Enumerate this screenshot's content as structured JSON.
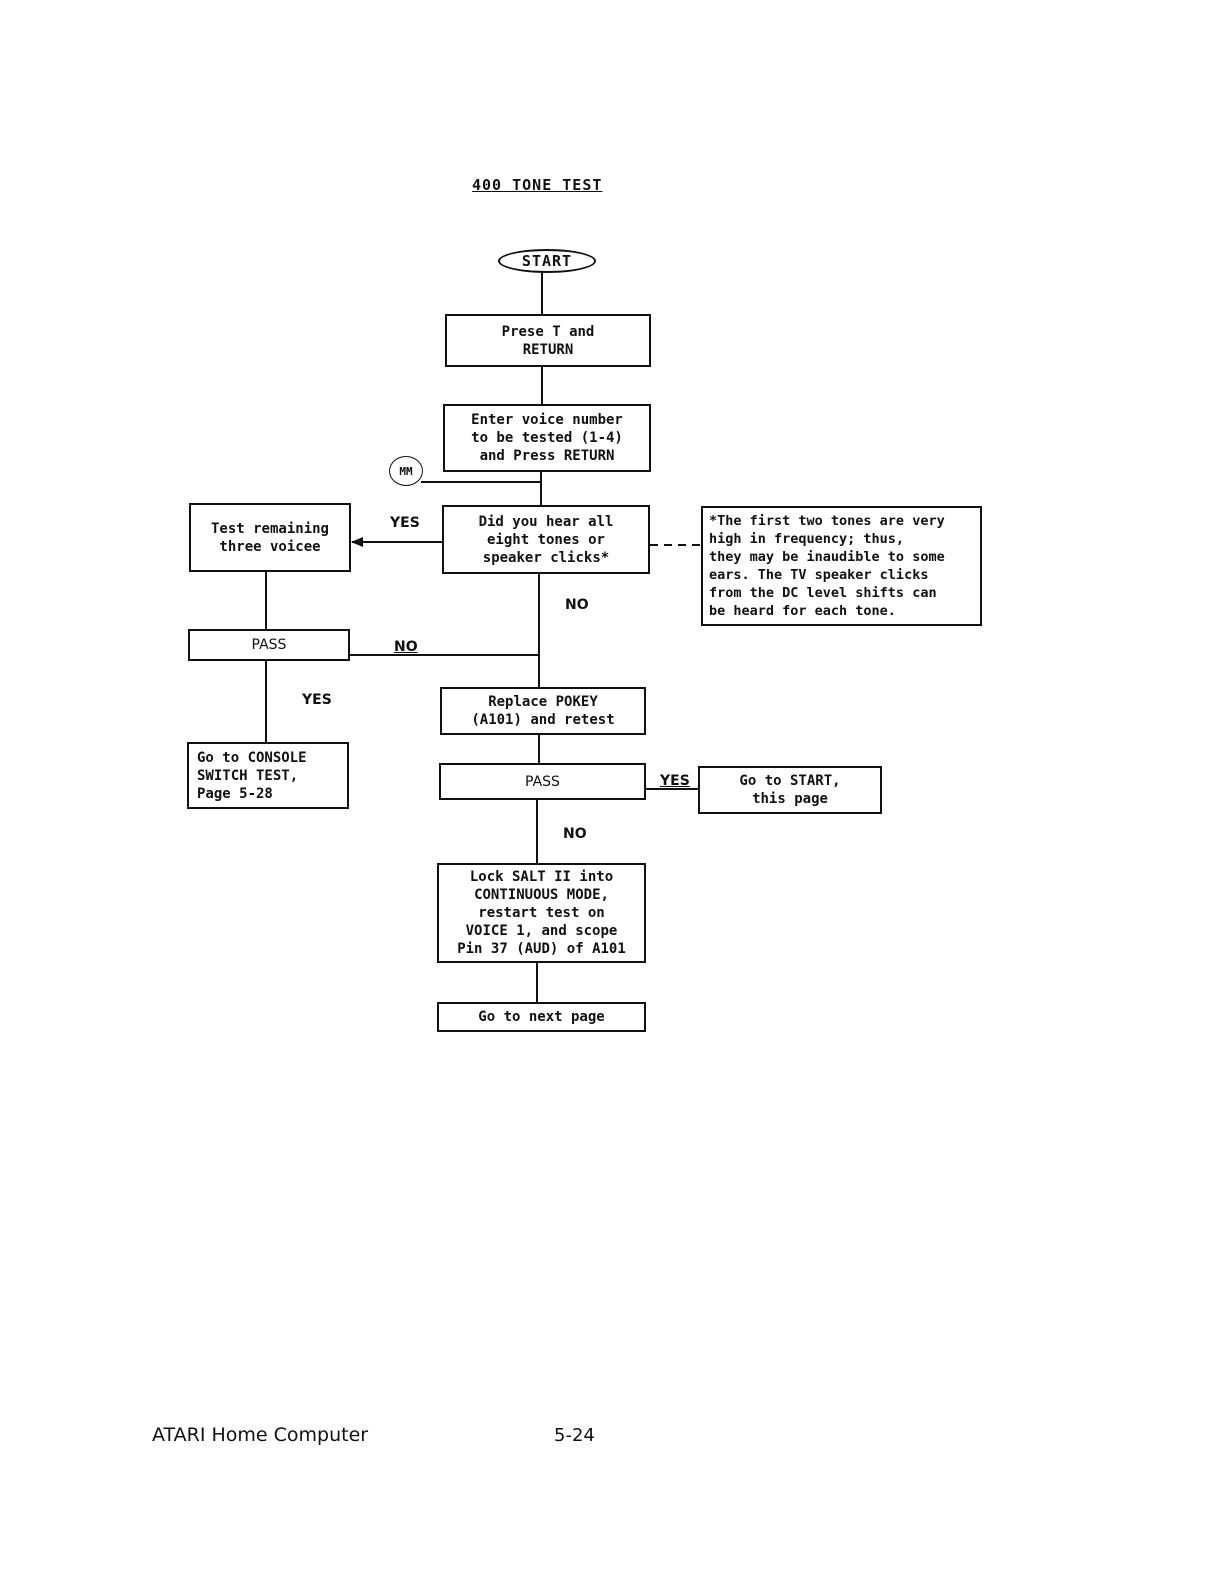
{
  "title": "400 TONE TEST",
  "nodes": {
    "start": "START",
    "press_t": "Prese T and\nRETURN",
    "enter_voice": "Enter voice number\nto be tested (1-4)\nand Press RETURN",
    "connector": "MM",
    "did_you_hear": "Did you hear all\neight tones or\nspeaker clicks*",
    "test_remaining": "Test remaining\nthree voicee",
    "pass_left": "PASS",
    "console_test": "Go to CONSOLE\nSWITCH TEST,\nPage 5-28",
    "replace_pokey": "Replace POKEY\n(A101) and retest",
    "pass_center": "PASS",
    "go_start": "Go to START,\nthis page",
    "lock_salt": "Lock SALT II into\nCONTINUOUS MODE,\nrestart test on\nVOICE 1, and scope\nPin 37 (AUD) of A101",
    "next_page": "Go to next page",
    "footnote": "*The first two tones are very\nhigh in frequency; thus,\nthey may be inaudible to some\nears.  The TV speaker clicks\nfrom the DC level shifts can\nbe heard for each tone."
  },
  "labels": {
    "yes_hear": "YES",
    "no_hear": "NO",
    "no_pass_left": "NO",
    "yes_pass_left": "YES",
    "yes_pass_center": "YES",
    "no_pass_center": "NO"
  },
  "footer": {
    "left": "ATARI Home Computer",
    "right": "5-24"
  }
}
